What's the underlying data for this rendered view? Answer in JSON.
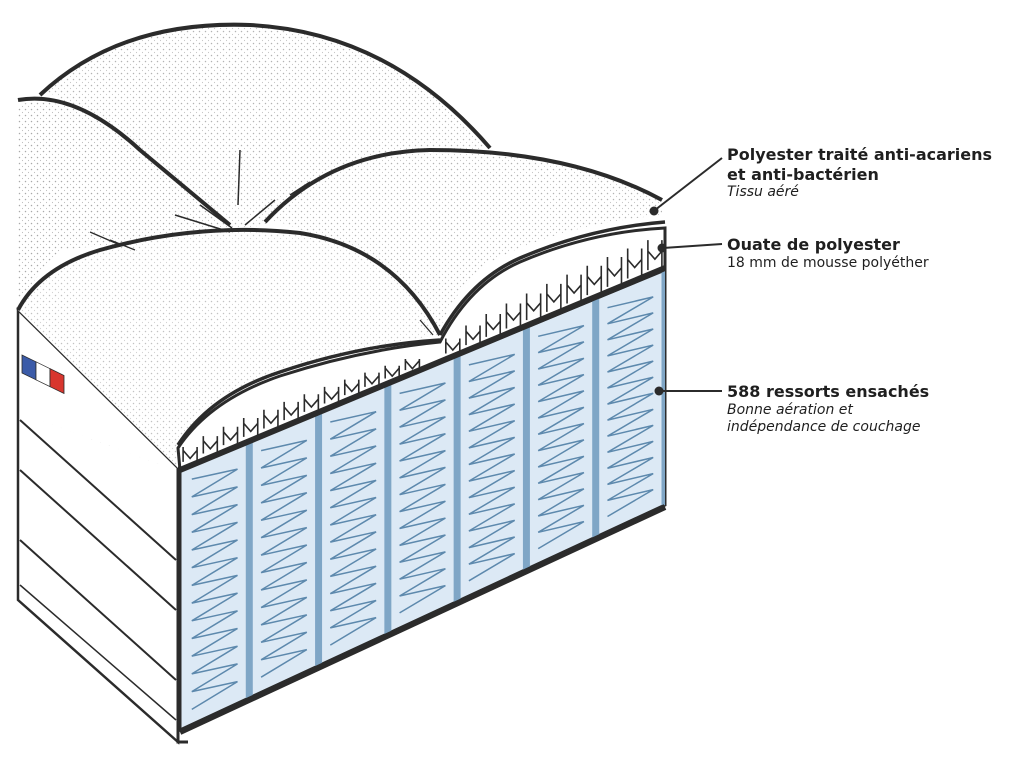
{
  "illustration": {
    "subject": "mattress-cutaway",
    "colors": {
      "outline": "#2b2b2b",
      "spring_fill": "#dce9f5",
      "spring_coil": "#5d89ad",
      "spring_divider": "#7fa6c6",
      "dot_texture": "#9a9a9a",
      "flag_blue": "#3b5ba8",
      "flag_white": "#ffffff",
      "flag_red": "#d8362e"
    },
    "spring_columns": 7,
    "coils_per_column": 26
  },
  "callouts": {
    "fabric": {
      "title_line1": "Polyester traité anti-acariens",
      "title_line2": "et anti-bactérien",
      "subtitle": "Tissu aéré"
    },
    "padding": {
      "title": "Ouate de polyester",
      "subtitle": "18 mm de mousse polyéther"
    },
    "springs": {
      "title": "588 ressorts ensachés",
      "subtitle_line1": "Bonne aération et",
      "subtitle_line2": "indépendance de couchage"
    }
  }
}
